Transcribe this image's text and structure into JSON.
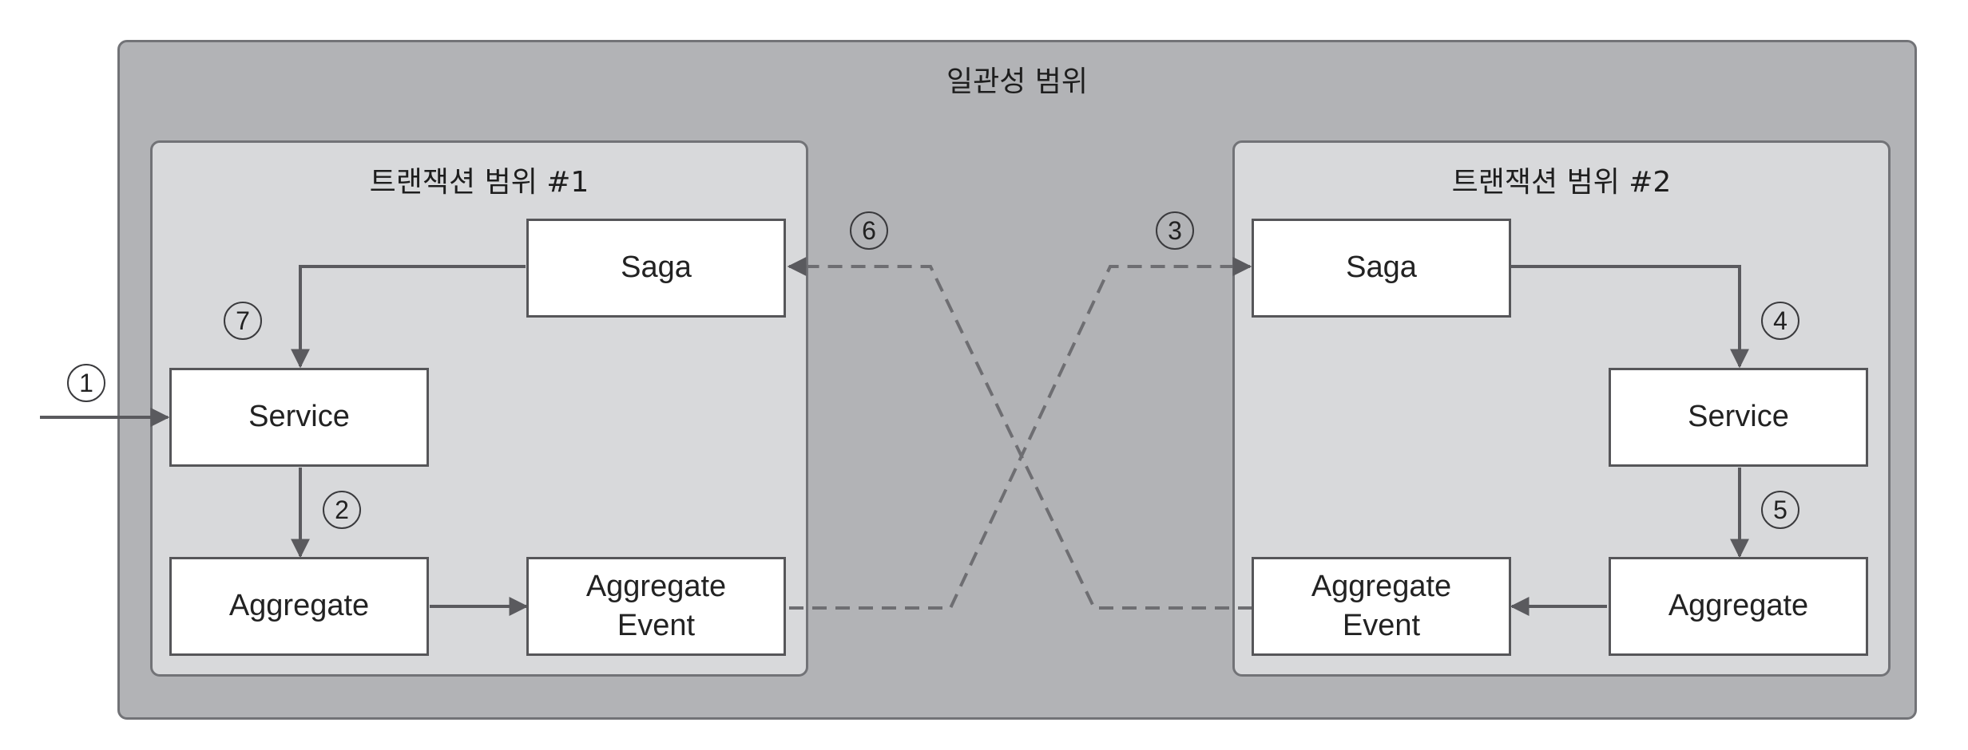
{
  "consistency_scope": {
    "label": "일관성 범위"
  },
  "transaction_scopes": [
    {
      "label": "트랜잭션 범위 #1",
      "saga": "Saga",
      "service": "Service",
      "aggregate": "Aggregate",
      "event_line1": "Aggregate",
      "event_line2": "Event"
    },
    {
      "label": "트랜잭션 범위 #2",
      "saga": "Saga",
      "service": "Service",
      "aggregate": "Aggregate",
      "event_line1": "Aggregate",
      "event_line2": "Event"
    }
  ],
  "steps": [
    "1",
    "2",
    "3",
    "4",
    "5",
    "6",
    "7"
  ],
  "colors": {
    "outer_fill": "#b2b3b6",
    "inner_fill": "#d8d9db",
    "line": "#5a5a5e",
    "dashed": "#6e6e72"
  }
}
